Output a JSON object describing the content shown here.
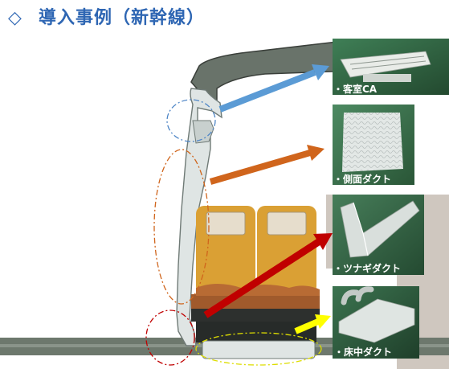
{
  "header": {
    "title": "導入事例（新幹線）",
    "title_color": "#2e66b3"
  },
  "callouts": [
    {
      "label": "・客室CA",
      "arrow_color": "#5b9bd5"
    },
    {
      "label": "・側面ダクト",
      "arrow_color": "#d0651c"
    },
    {
      "label": "・ツナギダクト",
      "arrow_color": "#c00000"
    },
    {
      "label": "・床中ダクト",
      "arrow_color": "#ffff00"
    }
  ],
  "colors": {
    "seat": "#daa034",
    "seat_base": "#a05a2c",
    "hull": "#707a70",
    "duct_panel": "#dfe5e4"
  }
}
